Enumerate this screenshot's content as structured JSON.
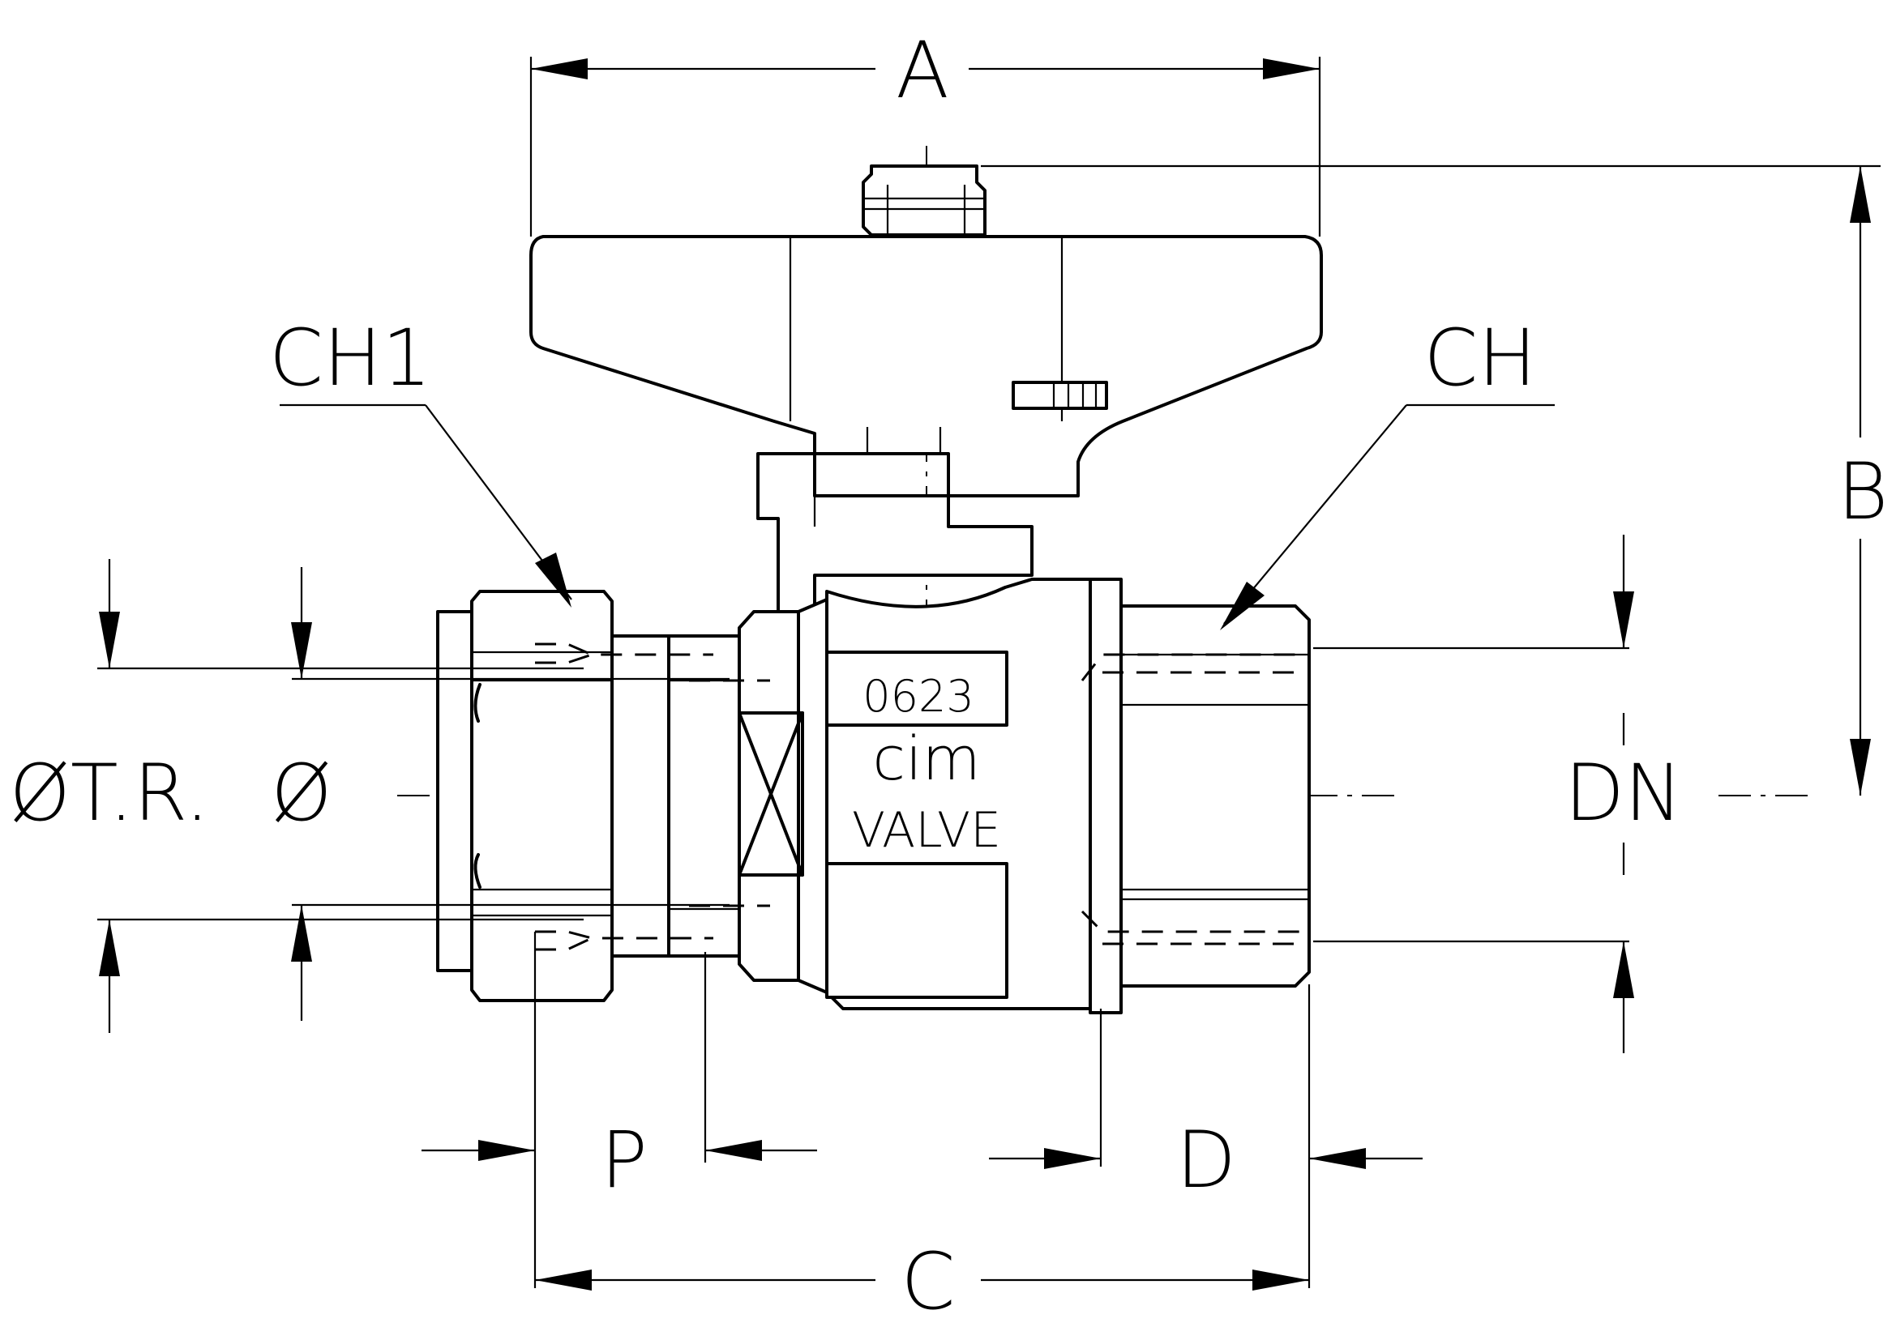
{
  "diagram": {
    "dimensions": {
      "A": "A",
      "B": "B",
      "C": "C",
      "D": "D",
      "P": "P",
      "CH": "CH",
      "CH1": "CH1",
      "DN": "DN",
      "phi": "Ø",
      "phi_tr": "ØT.R."
    },
    "body_markings": {
      "code": "0623",
      "brand": "cim",
      "word": "VALVE"
    }
  }
}
